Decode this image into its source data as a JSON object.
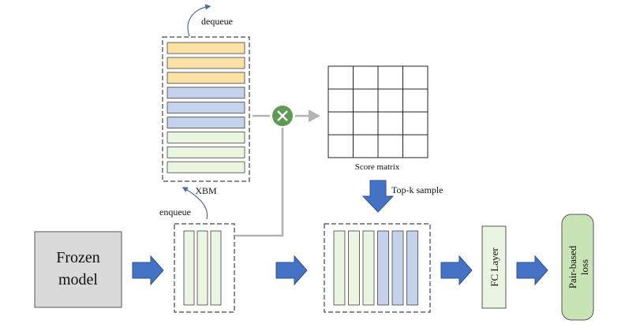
{
  "labels": {
    "dequeue": "dequeue",
    "enqueue": "enqueue",
    "xbm": "XBM",
    "score_matrix": "Score matrix",
    "topk": "Top-k sample",
    "frozen_line1": "Frozen",
    "frozen_line2": "model",
    "fc_layer": "FC Layer",
    "pair_line1": "Pair-based",
    "pair_line2": "loss"
  },
  "colors": {
    "yellow": "#fbe1a6",
    "blue": "#c4d2ec",
    "green": "#ebf6e2",
    "frozen_fill": "#d9d9d9",
    "pair_fill": "#c9e4b4",
    "arrow_fill": "#4472c4",
    "gray_line": "#b3b3b3",
    "multiply_circle": "#5f9a55"
  },
  "icons": {
    "multiply": "circle-times-icon",
    "arrow": "block-arrow-right-icon"
  },
  "xbm_rows": [
    "yellow",
    "yellow",
    "yellow",
    "blue",
    "blue",
    "blue",
    "green",
    "green",
    "green"
  ],
  "batch_bars": [
    "green",
    "green",
    "green"
  ],
  "combined_bars": [
    "green",
    "green",
    "green",
    "blue",
    "blue",
    "blue"
  ],
  "score_grid": {
    "rows": 4,
    "cols": 4
  }
}
